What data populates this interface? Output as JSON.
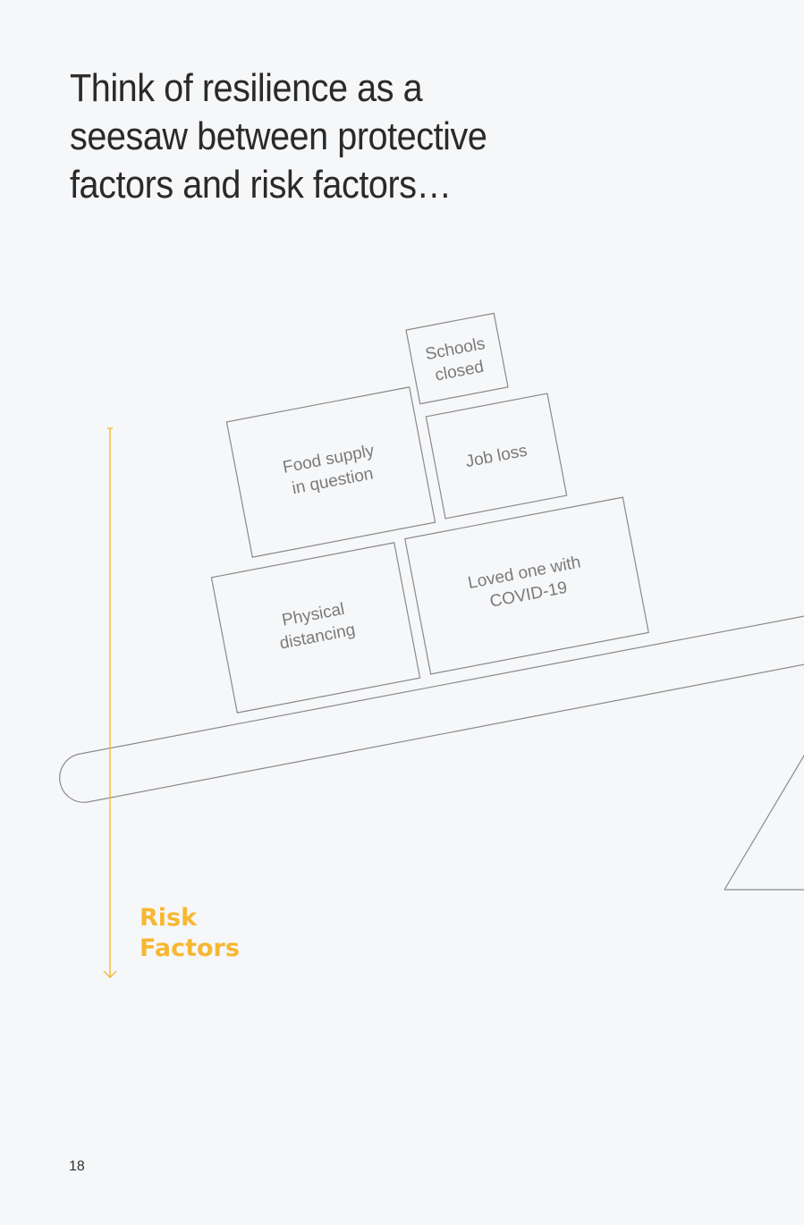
{
  "title": {
    "lines": [
      "Think of resilience as a",
      "seesaw between protective",
      "factors and risk factors…"
    ]
  },
  "boxes": {
    "schools_closed": [
      "Schools",
      "closed"
    ],
    "food_supply": [
      "Food supply",
      "in question"
    ],
    "job_loss": [
      "Job loss"
    ],
    "physical_distancing": [
      "Physical",
      "distancing"
    ],
    "loved_one": [
      "Loved one with",
      "COVID-19"
    ]
  },
  "risk_factors": {
    "lines": [
      "Risk",
      "Factors"
    ],
    "color": "#f7b733"
  },
  "page_number": "18",
  "colors": {
    "background": "#f6f7f9",
    "outline": "#8a8a8a",
    "text_gray": "#7a7a7a",
    "accent": "#f7b733"
  }
}
